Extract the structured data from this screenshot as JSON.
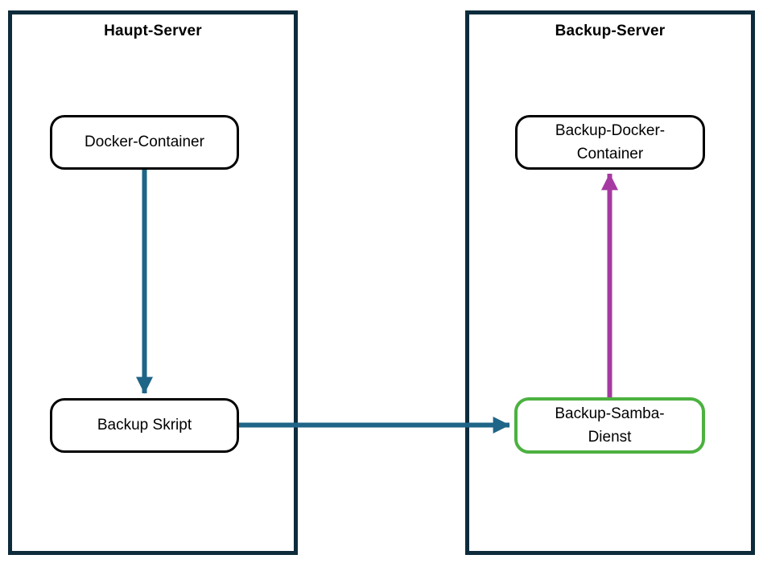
{
  "diagram": {
    "containers": [
      {
        "title": "Haupt-Server",
        "nodes": [
          {
            "label": "Docker-Container"
          },
          {
            "label": "Backup Skript"
          }
        ]
      },
      {
        "title": "Backup-Server",
        "nodes": [
          {
            "label": "Backup-Docker-Container"
          },
          {
            "label": "Backup-Samba-Dienst"
          }
        ]
      }
    ],
    "edges": [
      {
        "from": "Docker-Container",
        "to": "Backup Skript",
        "direction": "down",
        "color": "#1F6587"
      },
      {
        "from": "Backup Skript",
        "to": "Backup-Samba-Dienst",
        "direction": "right",
        "color": "#1F6587"
      },
      {
        "from": "Backup-Samba-Dienst",
        "to": "Backup-Docker-Container",
        "direction": "up",
        "color": "#A63AA2"
      }
    ]
  },
  "colors": {
    "container_border": "#0D2B3B",
    "node_border": "#000000",
    "samba_node_border": "#4CB140",
    "arrow_teal": "#1F6587",
    "arrow_purple": "#A63AA2",
    "background": "#FFFFFF",
    "text": "#000000"
  }
}
